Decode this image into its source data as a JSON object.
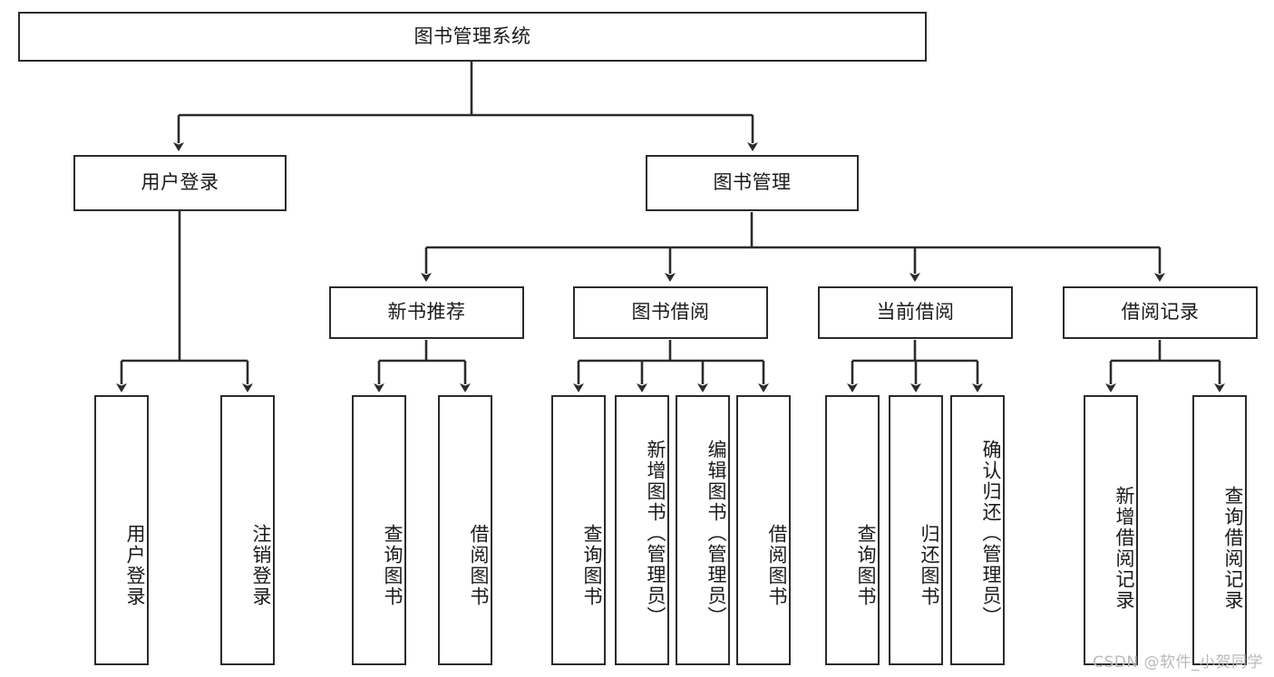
{
  "diagram": {
    "title": "图书管理系统",
    "type": "tree",
    "watermark": "CSDN @软件_小贺同学",
    "colors": {
      "stroke": "#2b2b2b",
      "fill": "#ffffff",
      "text": "#1a1a1a",
      "watermark": "#b9b9b9"
    },
    "nodes": {
      "root": {
        "label": "图书管理系统"
      },
      "level2": [
        {
          "id": "user-login",
          "label": "用户登录"
        },
        {
          "id": "book-management",
          "label": "图书管理"
        }
      ],
      "level3": [
        {
          "id": "new-book-recommend",
          "label": "新书推荐"
        },
        {
          "id": "book-borrow",
          "label": "图书借阅"
        },
        {
          "id": "current-borrow",
          "label": "当前借阅"
        },
        {
          "id": "borrow-record",
          "label": "借阅记录"
        }
      ],
      "leaves": {
        "user_login": [
          {
            "id": "leaf-user-login",
            "label": "用户登录"
          },
          {
            "id": "leaf-logout-login",
            "label": "注销登录"
          }
        ],
        "new_book_recommend": [
          {
            "id": "leaf-query-book-1",
            "label": "查询图书"
          },
          {
            "id": "leaf-borrow-book-1",
            "label": "借阅图书"
          }
        ],
        "book_borrow": [
          {
            "id": "leaf-query-book-2",
            "label": "查询图书"
          },
          {
            "id": "leaf-add-book",
            "label": "新增图书（管理员）"
          },
          {
            "id": "leaf-edit-book",
            "label": "编辑图书（管理员）"
          },
          {
            "id": "leaf-borrow-book-2",
            "label": "借阅图书"
          }
        ],
        "current_borrow": [
          {
            "id": "leaf-query-book-3",
            "label": "查询图书"
          },
          {
            "id": "leaf-return-book",
            "label": "归还图书"
          },
          {
            "id": "leaf-confirm-return",
            "label": "确认归还（管理员）"
          }
        ],
        "borrow_record": [
          {
            "id": "leaf-add-record",
            "label": "新增借阅记录"
          },
          {
            "id": "leaf-query-record",
            "label": "查询借阅记录"
          }
        ]
      }
    }
  }
}
